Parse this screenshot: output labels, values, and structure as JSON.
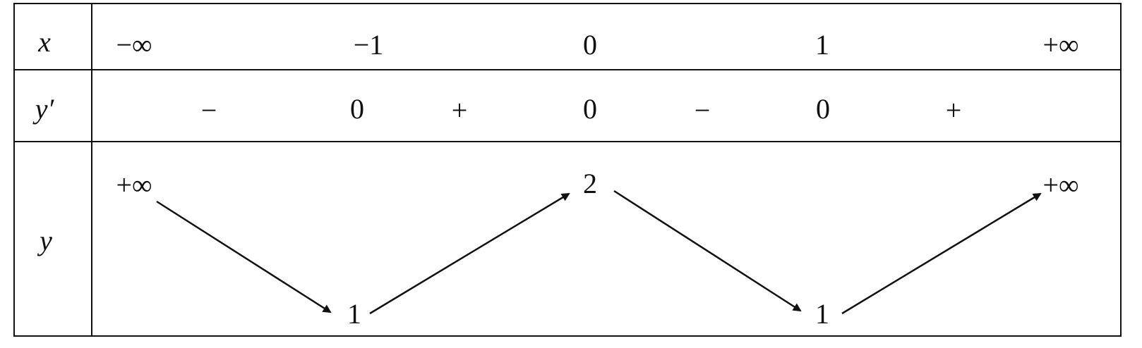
{
  "variation_table": {
    "row_headers": {
      "x": "x",
      "y_prime": "y′",
      "y": "y"
    },
    "x_values": [
      "−∞",
      "−1",
      "0",
      "1",
      "+∞"
    ],
    "derivative_signs": [
      "−",
      "0",
      "+",
      "0",
      "−",
      "0",
      "+"
    ],
    "y_values": {
      "start": "+∞",
      "min_left": "1",
      "max_mid": "2",
      "min_right": "1",
      "end": "+∞"
    },
    "line_color": "#111111"
  }
}
